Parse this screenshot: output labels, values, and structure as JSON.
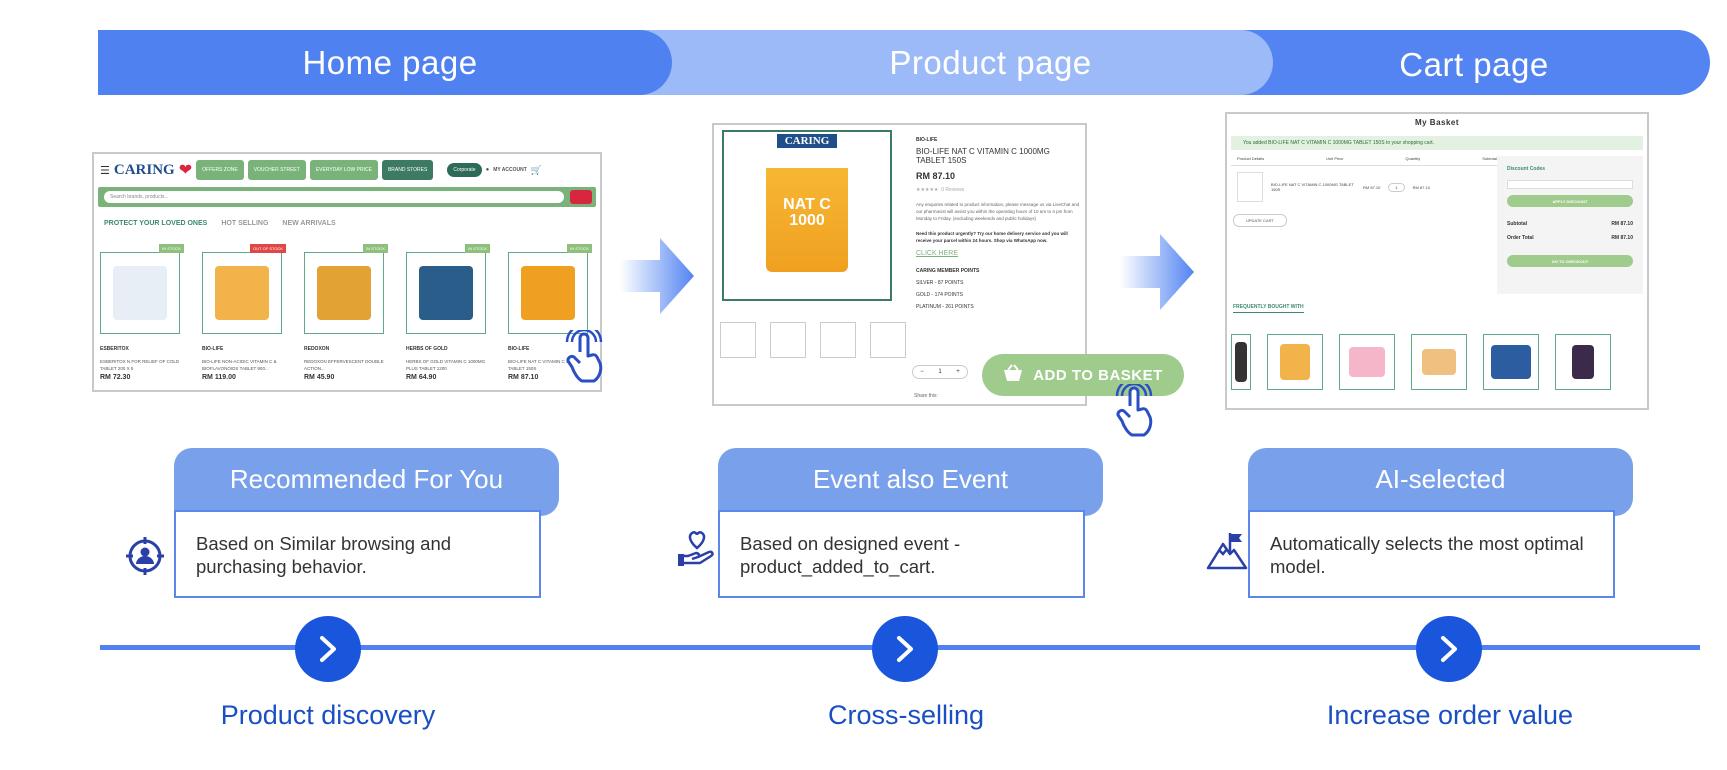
{
  "banner": {
    "home": "Home page",
    "product": "Product page",
    "cart": "Cart page"
  },
  "home_shot": {
    "logo": "CARING",
    "nav": [
      "OFFERS ZONE",
      "VOUCHER STREET",
      "EVERYDAY LOW PRICE",
      "BRAND STORES"
    ],
    "corporate": "Corporate",
    "account": "MY ACCOUNT",
    "search_placeholder": "Search brands, products...",
    "tabs": [
      "PROTECT YOUR LOVED ONES",
      "HOT SELLING",
      "NEW ARRIVALS"
    ],
    "products": [
      {
        "badge": "IN STOCK",
        "brand": "ESBERITOX",
        "name": "ESBERITOX N FOR RELIEF OF COLD TABLET 200 X 5",
        "price": "RM 72.30",
        "color": "#e8eef6"
      },
      {
        "badge": "OUT OF STOCK",
        "brand": "BIO-LIFE",
        "name": "BIO-LIFE NON-ACIDIC VITAMIN C & BIOFLAVONOIDS TABLET 900...",
        "price": "RM 119.00",
        "color": "#f2b44a"
      },
      {
        "badge": "IN STOCK",
        "brand": "REDOXON",
        "name": "REDOXON EFFERVESCENT DOUBLE ACTION...",
        "price": "RM 45.90",
        "color": "#e3a234"
      },
      {
        "badge": "IN STOCK",
        "brand": "HERBS OF GOLD",
        "name": "HERBS OF GOLD VITAMIN C 1000MG PLUS TABLET 1200",
        "price": "RM 64.90",
        "color": "#2b5d8a"
      },
      {
        "badge": "IN STOCK",
        "brand": "BIO-LIFE",
        "name": "BIO-LIFE NAT C VITAMIN C 1000MG TABLET 150S",
        "price": "RM 87.10",
        "color": "#f0a020"
      }
    ]
  },
  "product_shot": {
    "logo": "CARING",
    "jar_text": "NAT C 1000",
    "brand": "BIO-LIFE",
    "title": "BIO-LIFE NAT C VITAMIN C 1000MG TABLET 150S",
    "price": "RM 87.10",
    "reviews": "0 Reviews",
    "para1": "Any enquiries related to product information, please message us via LiveChat and our pharmacist will assist you within the operating hours of 10 am to 4 pm from Monday to Friday. (excluding weekends and public holidays)",
    "para2": "Need this product urgently? Try our home delivery service and you will receive your parcel within 24 hours. Shop via WhatsApp now.",
    "click": "CLICK HERE",
    "points_title": "CARING MEMBER POINTS",
    "points": [
      "SILVER  - 87 POINTS",
      "GOLD  - 174 POINTS",
      "PLATINUM  - 261 POINTS"
    ],
    "share": "Share this:",
    "qty": "1",
    "add_button": "ADD TO BASKET"
  },
  "cart_shot": {
    "title": "My Basket",
    "message": "You added BIO-LIFE NAT C VITAMIN C 1000MG TABLET 150S to your shopping cart.",
    "headers": [
      "Product Details",
      "Unit Price",
      "Quantity",
      "Subtotal"
    ],
    "item_name": "BIO-LIFE NAT C VITAMIN C 1000MG TABLET 150S",
    "item_price": "RM 87.10",
    "item_qty": "1",
    "item_subtotal": "RM 87.10",
    "update": "UPDATE CART",
    "discount": "Discount Codes",
    "apply": "APPLY DISCOUNT",
    "subtotal_label": "Subtotal",
    "subtotal": "RM 87.10",
    "total_label": "Order Total",
    "total": "RM 87.10",
    "checkout": "GO TO CHECKOUT",
    "fbt": "FREQUENTLY BOUGHT WITH"
  },
  "cards": [
    {
      "title": "Recommended For You",
      "text": "Based on Similar browsing and purchasing behavior.",
      "icon": "target-user-icon"
    },
    {
      "title": "Event also Event",
      "text": "Based on designed event - product_added_to_cart.",
      "icon": "hand-heart-icon"
    },
    {
      "title": "AI-selected",
      "text": "Automatically selects the most optimal model.",
      "icon": "mountain-flag-icon"
    }
  ],
  "timeline": [
    "Product discovery",
    "Cross-selling",
    "Increase order value"
  ],
  "colors": {
    "banner_blue": "#4f81f1",
    "banner_light": "#9cbaf8",
    "card_head": "#79a0ea",
    "timeline_circle": "#1a56dc",
    "label_blue": "#1a4fc4",
    "caring_green": "#7ab37a"
  }
}
